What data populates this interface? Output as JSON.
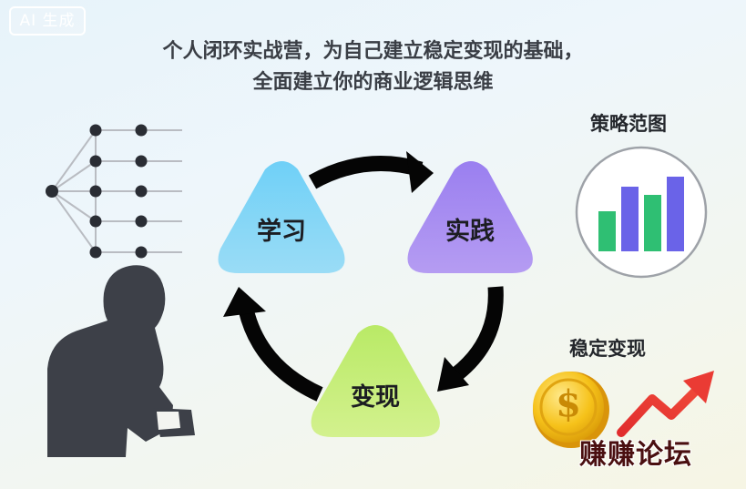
{
  "badge": "AI 生成",
  "headline": {
    "line1": "个人闭环实战营，为自己建立稳定变现的基础，",
    "line2": "全面建立你的商业逻辑思维"
  },
  "cycle": {
    "learn": "学习",
    "practice": "实践",
    "monetize": "变现"
  },
  "strategy_label": "策略范图",
  "stable_label": "稳定变现",
  "coin_symbol": "$",
  "forum": "赚赚论坛",
  "colors": {
    "learn": "#7fd3f5",
    "practice": "#a98cf0",
    "monetize": "#c9ef7c",
    "bar_green": "#2fbf73",
    "bar_purple": "#6a63e8",
    "arrow_red": "#e5302f",
    "coin": "#f5c518"
  }
}
